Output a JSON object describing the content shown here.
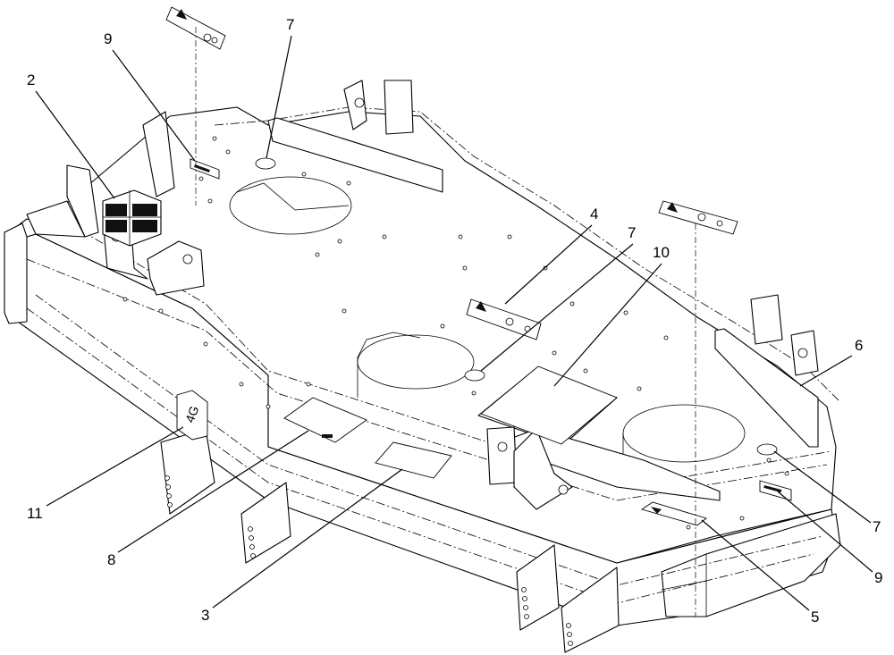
{
  "callouts": [
    {
      "id": "c1",
      "label": "2"
    },
    {
      "id": "c2",
      "label": "9"
    },
    {
      "id": "c3",
      "label": "7"
    },
    {
      "id": "c4",
      "label": "4"
    },
    {
      "id": "c5",
      "label": "7"
    },
    {
      "id": "c6",
      "label": "10"
    },
    {
      "id": "c7",
      "label": "6"
    },
    {
      "id": "c8",
      "label": "7"
    },
    {
      "id": "c9",
      "label": "9"
    },
    {
      "id": "c10",
      "label": "5"
    },
    {
      "id": "c11",
      "label": "3"
    },
    {
      "id": "c12",
      "label": "8"
    },
    {
      "id": "c13",
      "label": "11"
    }
  ]
}
